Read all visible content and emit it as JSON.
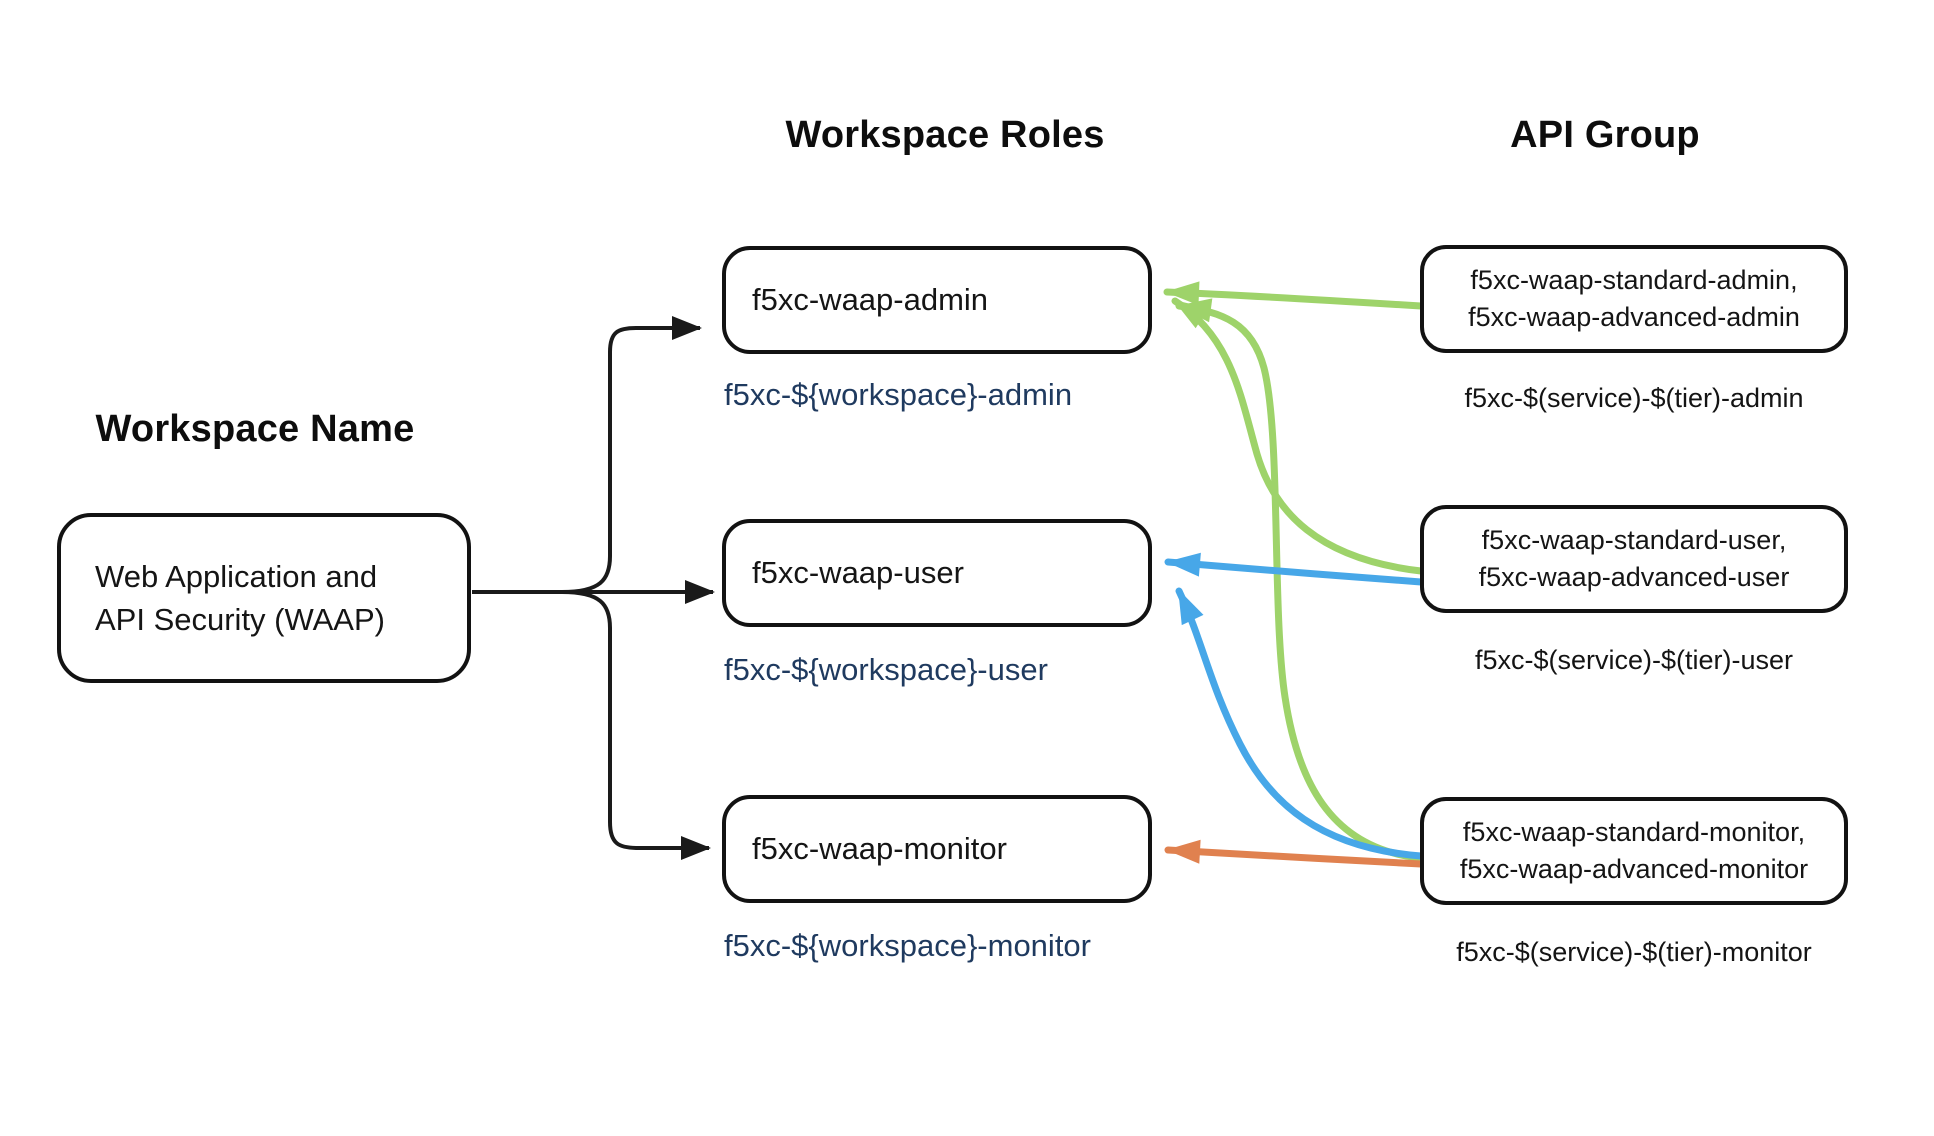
{
  "headers": {
    "workspace_name": "Workspace Name",
    "workspace_roles": "Workspace Roles",
    "api_group": "API Group"
  },
  "workspace_box": {
    "line1": "Web Application and",
    "line2": "API Security (WAAP)"
  },
  "roles": [
    {
      "label": "f5xc-waap-admin",
      "caption": "f5xc-${workspace}-admin"
    },
    {
      "label": "f5xc-waap-user",
      "caption": "f5xc-${workspace}-user"
    },
    {
      "label": "f5xc-waap-monitor",
      "caption": "f5xc-${workspace}-monitor"
    }
  ],
  "api_groups": [
    {
      "line1": "f5xc-waap-standard-admin,",
      "line2": "f5xc-waap-advanced-admin",
      "caption": "f5xc-$(service)-$(tier)-admin"
    },
    {
      "line1": "f5xc-waap-standard-user,",
      "line2": "f5xc-waap-advanced-user",
      "caption": "f5xc-$(service)-$(tier)-user"
    },
    {
      "line1": "f5xc-waap-standard-monitor,",
      "line2": "f5xc-waap-advanced-monitor",
      "caption": "f5xc-$(service)-$(tier)-monitor"
    }
  ],
  "colors": {
    "connector_black": "#1a1a1a",
    "admin_green": "#9ed36a",
    "user_blue": "#47a7e8",
    "monitor_orange": "#e0814f",
    "caption_navy": "#1f3a5f"
  }
}
